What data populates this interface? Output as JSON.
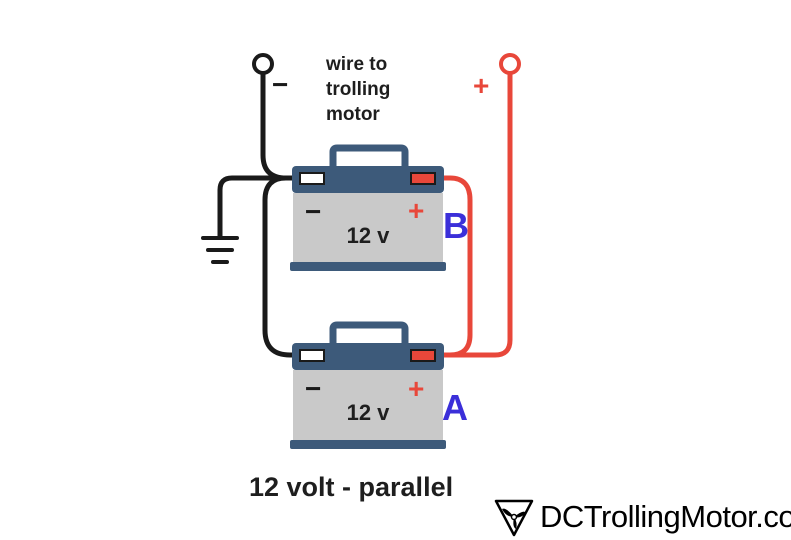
{
  "wire_label": {
    "line1": "wire to",
    "line2": "trolling",
    "line3": "motor"
  },
  "terminals": {
    "negative_symbol": "−",
    "positive_symbol": "+"
  },
  "battery_b": {
    "name": "B",
    "voltage": "12 v",
    "neg": "−",
    "pos": "+"
  },
  "battery_a": {
    "name": "A",
    "voltage": "12 v",
    "neg": "−",
    "pos": "+"
  },
  "caption": "12 volt - parallel",
  "brand": {
    "text": "DCTrollingMotor.com"
  },
  "colors": {
    "negative_wire": "#1a1a1a",
    "positive_wire": "#e8473a",
    "battery_body": "#c9c9c9",
    "battery_trim": "#3d5a7a",
    "battery_label": "#3b2fd9"
  }
}
